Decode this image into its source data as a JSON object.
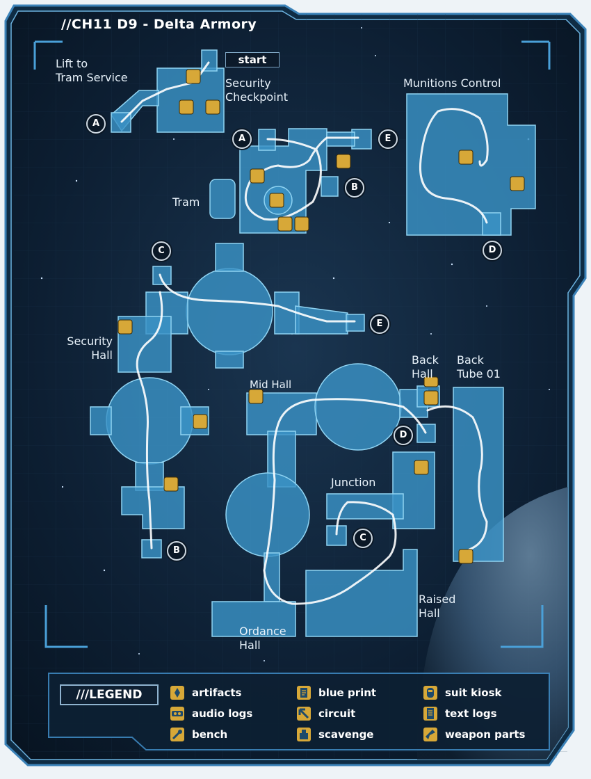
{
  "map": {
    "title": "//CH11 D9 - Delta Armory",
    "start_label": "start",
    "areas": [
      {
        "key": "lift",
        "label": "Lift to\nTram Service"
      },
      {
        "key": "security_checkpoint",
        "label": "Security\nCheckpoint"
      },
      {
        "key": "munitions_control",
        "label": "Munitions Control"
      },
      {
        "key": "tram",
        "label": "Tram"
      },
      {
        "key": "security_hall",
        "label": "Security\nHall"
      },
      {
        "key": "mid_hall",
        "label": "Mid Hall"
      },
      {
        "key": "back_hall",
        "label": "Back\nHall"
      },
      {
        "key": "back_tube",
        "label": "Back\nTube 01"
      },
      {
        "key": "junction",
        "label": "Junction"
      },
      {
        "key": "raised_hall",
        "label": "Raised\nHall"
      },
      {
        "key": "ordance_hall",
        "label": "Ordance\nHall"
      }
    ],
    "markers": {
      "a1": "A",
      "a2": "A",
      "b1": "B",
      "b2": "B",
      "c1": "C",
      "c2": "C",
      "d1": "D",
      "d2": "D",
      "e1": "E",
      "e2": "E"
    }
  },
  "legend": {
    "title": "///LEGEND",
    "items": [
      {
        "icon": "artifact-icon",
        "label": "artifacts"
      },
      {
        "icon": "blueprint-icon",
        "label": "blue print"
      },
      {
        "icon": "suit-kiosk-icon",
        "label": "suit kiosk"
      },
      {
        "icon": "audio-log-icon",
        "label": "audio logs"
      },
      {
        "icon": "circuit-icon",
        "label": "circuit"
      },
      {
        "icon": "text-log-icon",
        "label": "text logs"
      },
      {
        "icon": "bench-icon",
        "label": "bench"
      },
      {
        "icon": "scavenge-icon",
        "label": "scavenge"
      },
      {
        "icon": "weapon-parts-icon",
        "label": "weapon parts"
      }
    ]
  },
  "colors": {
    "frame": "#0c1a29",
    "frame_edge": "#2f6fa0",
    "room_fill": "#3a93c6",
    "room_edge": "#8fd3f2",
    "path": "#ffffff",
    "icon_bg": "#d7a838"
  }
}
